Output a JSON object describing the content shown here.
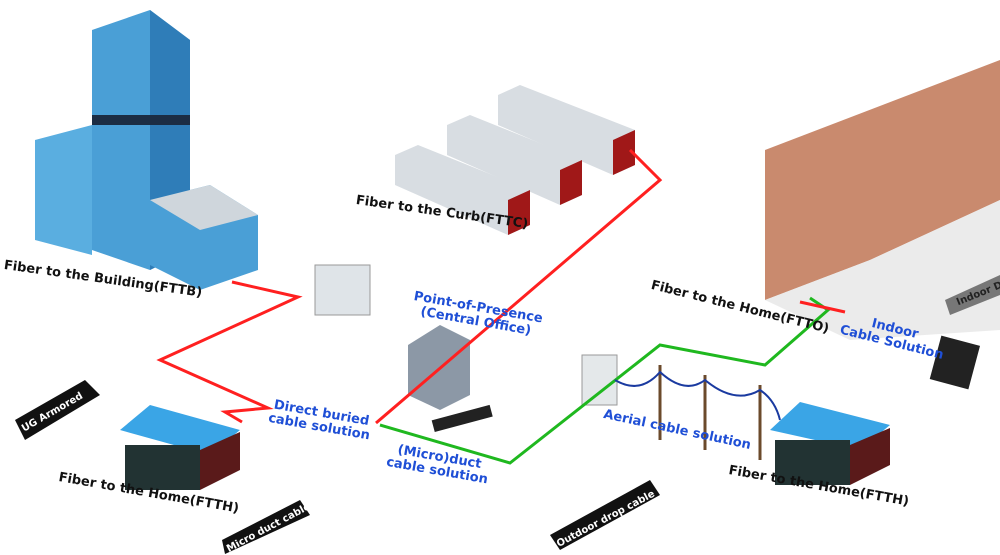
{
  "labels": {
    "fttb": "Fiber to the Building(FTTB)",
    "fttc": "Fiber to the Curb(FTTC)",
    "pop": "Point-of-Presence",
    "pop_sub": "(Central Office)",
    "direct_buried": "Direct buried",
    "direct_buried_sub": "cable solution",
    "microduct": "(Micro)duct",
    "microduct_sub": "cable solution",
    "aerial": "Aerial cable solution",
    "ftto": "Fiber to the Home(FTTO)",
    "indoor": "Indoor",
    "indoor_sub": "Cable Solution",
    "ftth_left": "Fiber to the Home(FTTH)",
    "ftth_right": "Fiber to the Home(FTTH)"
  },
  "cables": {
    "ug_armored": "UG Armored",
    "micro_duct": "Micro duct cable",
    "outdoor_drop": "Outdoor drop cable",
    "indoor_drop": "Indoor Dro"
  },
  "colors": {
    "red_route": "#ff2020",
    "green_route": "#1fb81f",
    "label_blue": "#1f4fd6"
  }
}
